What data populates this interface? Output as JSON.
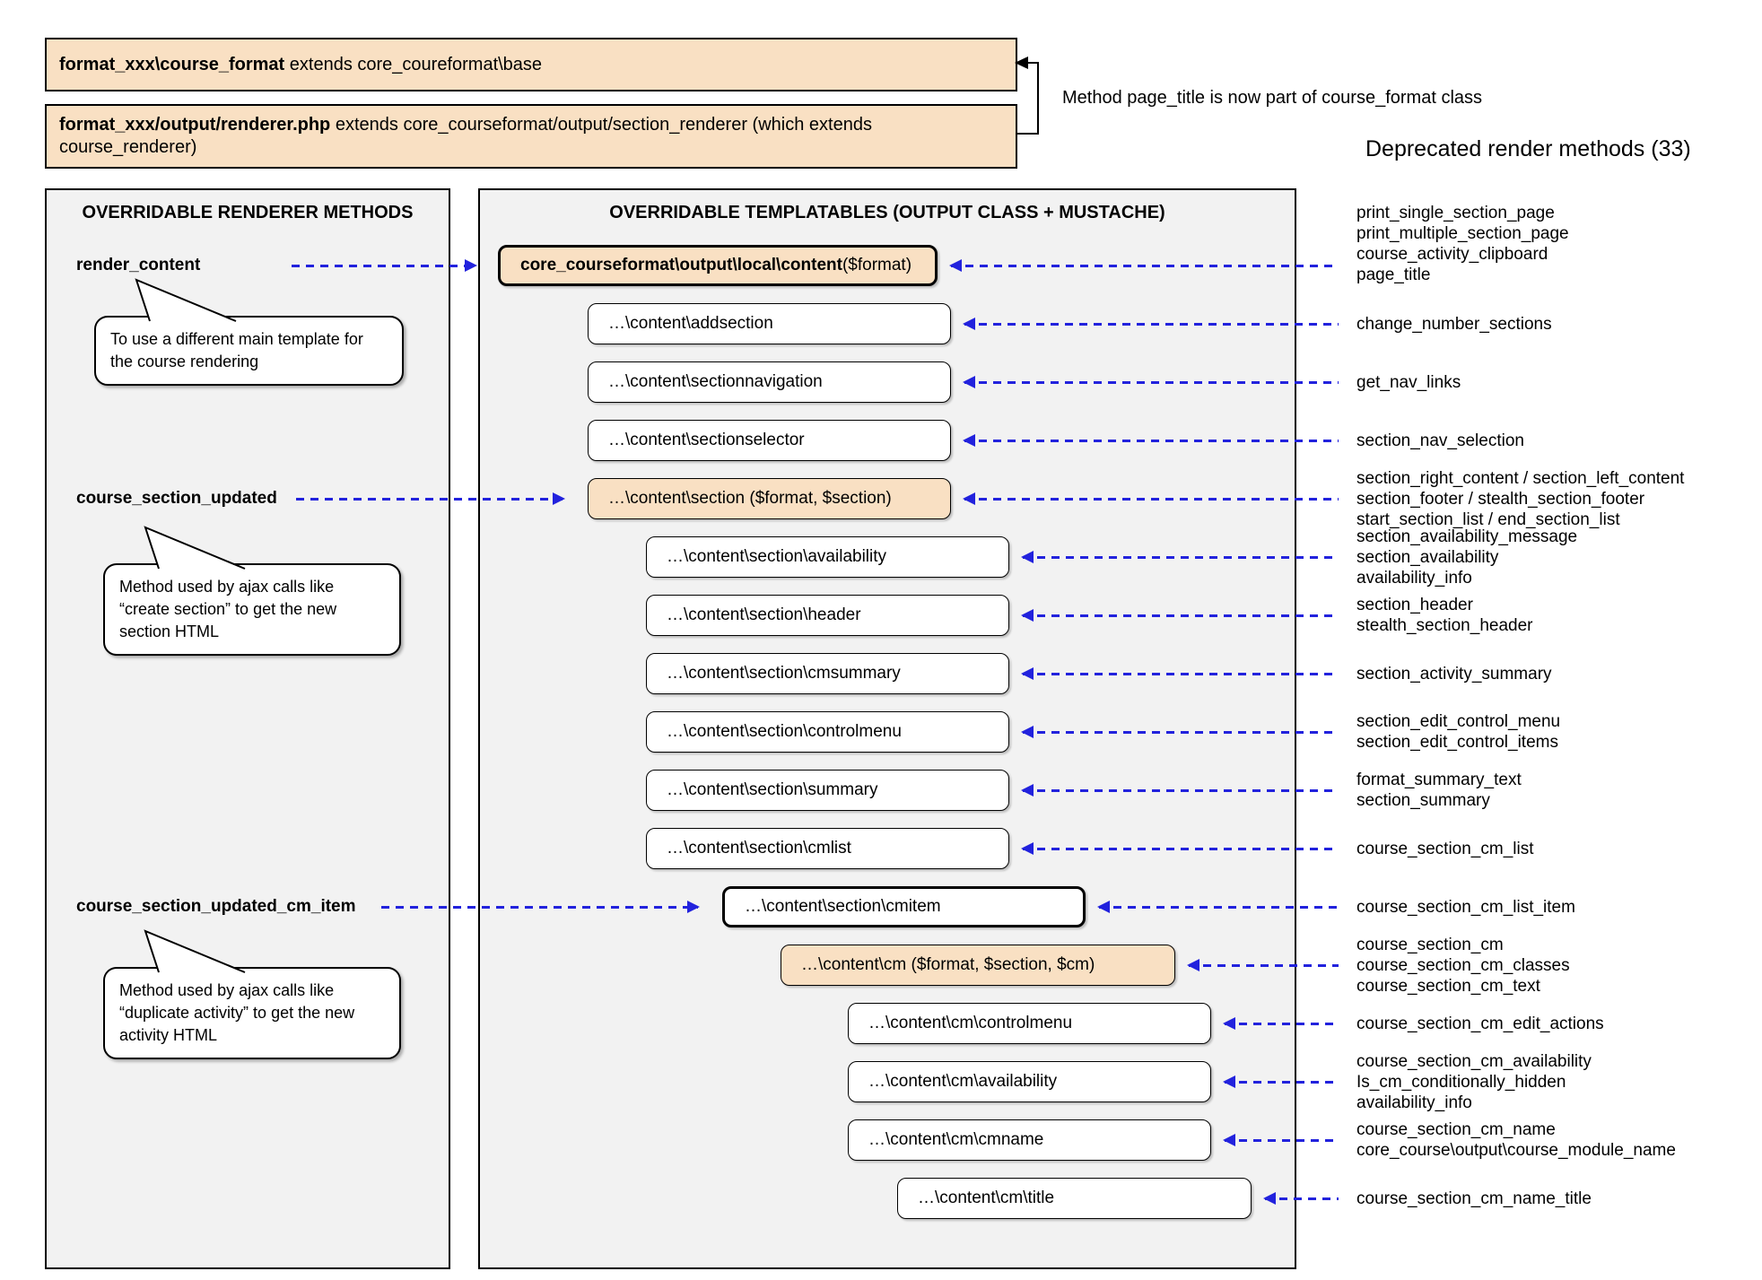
{
  "top": {
    "box1": {
      "bold": "format_xxx\\course_format",
      "rest": " extends core_coureformat\\base"
    },
    "box2": {
      "bold": "format_xxx/output/renderer.php",
      "rest": " extends core_courseformat/output/section_renderer (which extends course_renderer)"
    },
    "note": "Method page_title is now part of course_format class"
  },
  "deprecated_title": "Deprecated render methods (33)",
  "left_panel": {
    "title": "OVERRIDABLE RENDERER METHODS",
    "methods": [
      {
        "name": "render_content",
        "bubble": "To use a different main template for the course rendering"
      },
      {
        "name": "course_section_updated",
        "bubble": "Method used by ajax calls like “create section” to get the new section HTML"
      },
      {
        "name": "course_section_updated_cm_item",
        "bubble": "Method used by ajax calls like “duplicate activity” to get the new activity HTML"
      }
    ]
  },
  "middle_panel": {
    "title": "OVERRIDABLE TEMPLATABLES (OUTPUT CLASS + MUSTACHE)",
    "boxes": [
      {
        "bold": "core_courseformat\\output\\local\\content",
        "text": " ($format)"
      },
      {
        "text": "…\\content\\addsection"
      },
      {
        "text": "…\\content\\sectionnavigation"
      },
      {
        "text": "…\\content\\sectionselector"
      },
      {
        "text": "…\\content\\section ($format, $section)"
      },
      {
        "text": "…\\content\\section\\availability"
      },
      {
        "text": "…\\content\\section\\header"
      },
      {
        "text": "…\\content\\section\\cmsummary"
      },
      {
        "text": "…\\content\\section\\controlmenu"
      },
      {
        "text": "…\\content\\section\\summary"
      },
      {
        "text": "…\\content\\section\\cmlist"
      },
      {
        "text": "…\\content\\section\\cmitem"
      },
      {
        "text": "…\\content\\cm ($format, $section, $cm)"
      },
      {
        "text": "…\\content\\cm\\controlmenu"
      },
      {
        "text": "…\\content\\cm\\availability"
      },
      {
        "text": "…\\content\\cm\\cmname"
      },
      {
        "text": "…\\content\\cm\\title"
      }
    ]
  },
  "right_list": {
    "groups": [
      {
        "lines": [
          "print_single_section_page",
          "print_multiple_section_page",
          "course_activity_clipboard",
          "page_title"
        ]
      },
      {
        "lines": [
          "change_number_sections"
        ]
      },
      {
        "lines": [
          "get_nav_links"
        ]
      },
      {
        "lines": [
          "section_nav_selection"
        ]
      },
      {
        "lines": [
          "section_right_content / section_left_content",
          "section_footer / stealth_section_footer",
          "start_section_list / end_section_list"
        ]
      },
      {
        "lines": [
          "section_availability_message",
          "section_availability",
          "availability_info"
        ]
      },
      {
        "lines": [
          "section_header",
          "stealth_section_header"
        ]
      },
      {
        "lines": [
          "section_activity_summary"
        ]
      },
      {
        "lines": [
          "section_edit_control_menu",
          "section_edit_control_items"
        ]
      },
      {
        "lines": [
          "format_summary_text",
          "section_summary"
        ]
      },
      {
        "lines": [
          "course_section_cm_list"
        ]
      },
      {
        "lines": [
          "course_section_cm_list_item"
        ]
      },
      {
        "lines": [
          "course_section_cm",
          "course_section_cm_classes",
          "course_section_cm_text"
        ]
      },
      {
        "lines": [
          "course_section_cm_edit_actions"
        ]
      },
      {
        "lines": [
          "course_section_cm_availability",
          "Is_cm_conditionally_hidden",
          "availability_info"
        ]
      },
      {
        "lines": [
          "course_section_cm_name",
          "core_course\\output\\course_module_name"
        ]
      },
      {
        "lines": [
          "course_section_cm_name_title"
        ]
      }
    ]
  },
  "colors": {
    "accent_blue": "#2222dd",
    "highlight_orange": "#f9e0c3",
    "panel_gray": "#f2f2f2"
  }
}
